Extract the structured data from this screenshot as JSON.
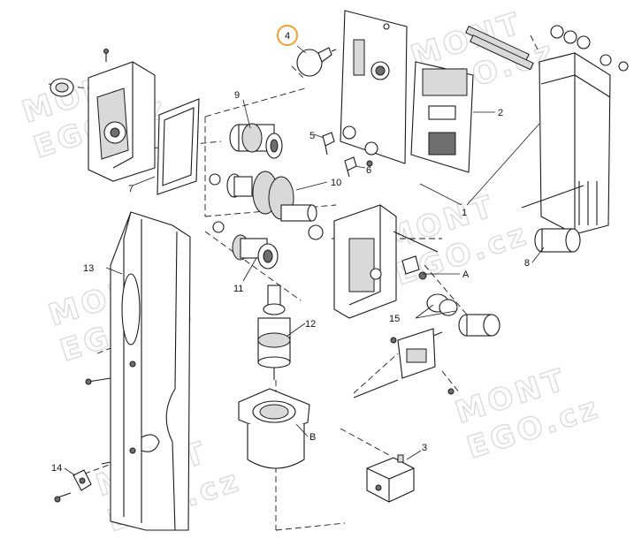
{
  "diagram": {
    "watermark": {
      "line1": "MONT",
      "line2": "EGO.cz"
    },
    "labels": {
      "l1": "1",
      "l2": "2",
      "l3": "3",
      "l4": "4",
      "l5": "5",
      "l6": "6",
      "l7": "7",
      "l8": "8",
      "l9": "9",
      "l10": "10",
      "l11": "11",
      "l12": "12",
      "l13": "13",
      "l14": "14",
      "l15": "15",
      "lA": "A",
      "lB": "B"
    },
    "highlight_color": "#f0a030"
  }
}
